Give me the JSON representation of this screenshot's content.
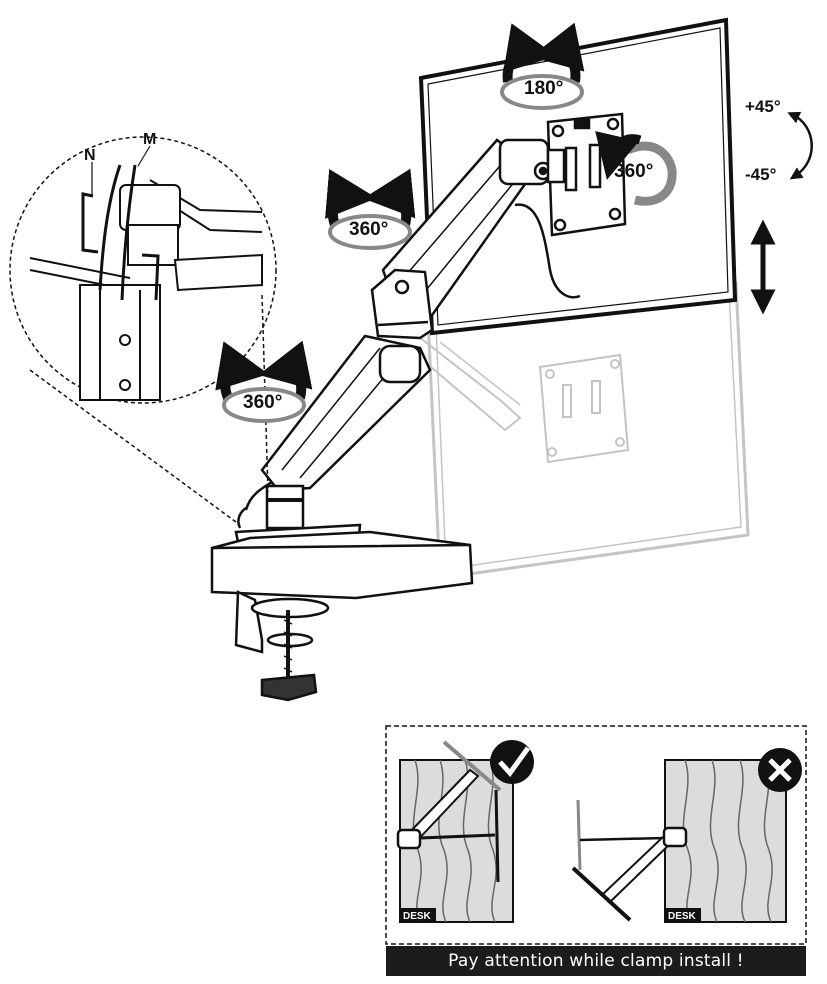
{
  "rotation_labels": {
    "monitor_tilt_top": "180°",
    "vesa_plate": "360°",
    "upper_joint": "360°",
    "lower_joint": "360°"
  },
  "tilt_labels": {
    "plus": "+45°",
    "minus": "-45°"
  },
  "cable_labels": {
    "n": "N",
    "m": "M"
  },
  "desk_labels": {
    "correct": "DESK",
    "incorrect": "DESK"
  },
  "caption": "Pay attention while clamp install !",
  "colors": {
    "line": "#111111",
    "ghost": "#c4c4c4",
    "caption_bg": "#1c1c1c",
    "wood": "#dcdcdc"
  }
}
